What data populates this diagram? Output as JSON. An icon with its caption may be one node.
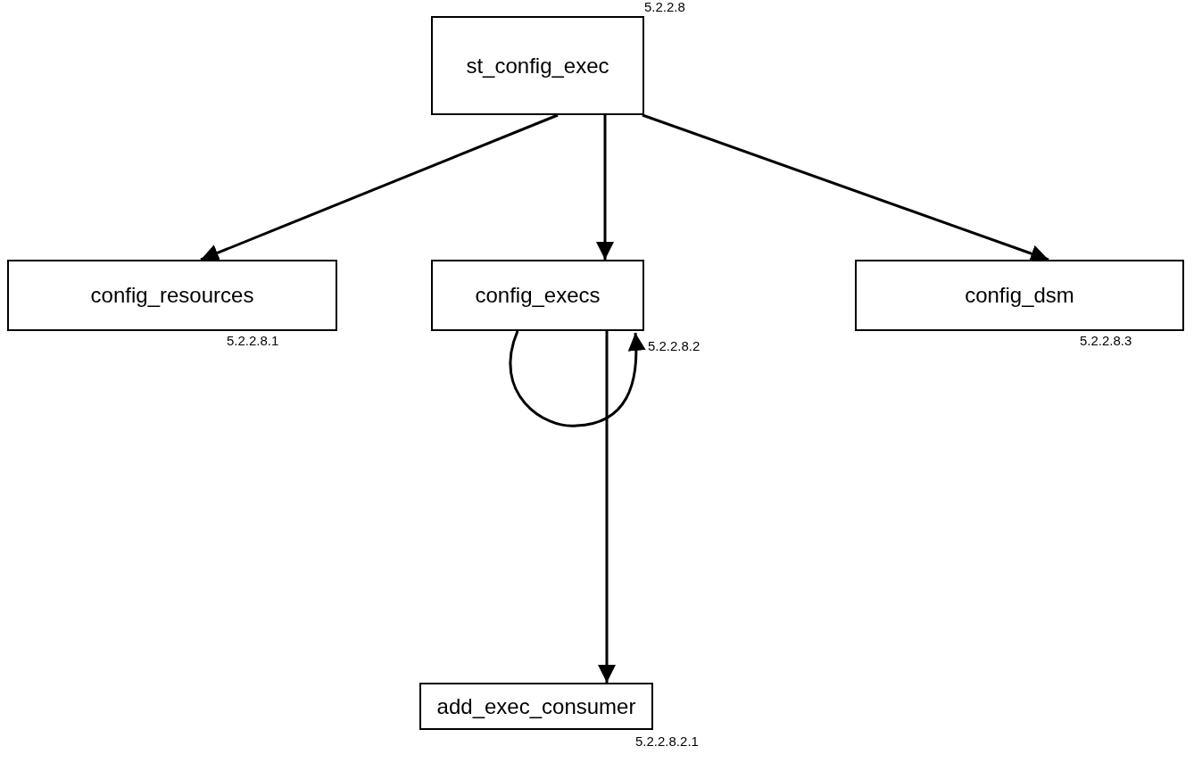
{
  "diagram": {
    "nodes": [
      {
        "text": [
          "st_config_exec"
        ],
        "beside": [
          "5.2.2.8"
        ]
      },
      {
        "text": [
          "config_resources"
        ],
        "beside": [
          "5.2.2.8.1"
        ]
      },
      {
        "text": [
          "config_execs"
        ],
        "beside": [
          "5.2.2.8.2"
        ]
      },
      {
        "text": [
          "config_dsm"
        ],
        "beside": [
          "5.2.2.8.3"
        ]
      },
      {
        "text": [
          "add_exec_consumer"
        ],
        "beside": [
          "5.2.2.8.2.1"
        ]
      }
    ],
    "edges": [
      {
        "from": 0,
        "to": 1,
        "arrow": "to"
      },
      {
        "from": 0,
        "to": 2,
        "arrow": "to"
      },
      {
        "from": 0,
        "to": 3,
        "arrow": "to"
      },
      {
        "from": 2,
        "to": 2,
        "arrow": "to"
      },
      {
        "from": 2,
        "to": 4,
        "arrow": "to"
      }
    ]
  }
}
